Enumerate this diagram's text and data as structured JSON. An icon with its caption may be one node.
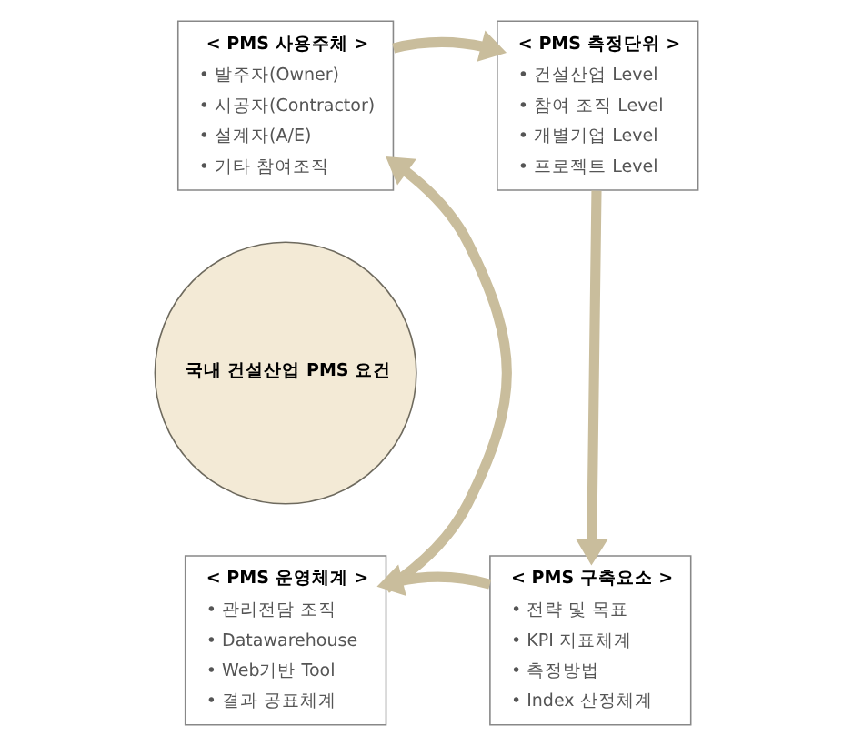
{
  "diagram": {
    "nodes": [
      {
        "text": [
          "< PMS 사용주체 >",
          "• 발주자(Owner)",
          "• 시공자(Contractor)",
          "• 설계자(A/E)",
          "• 기타 참여조직"
        ]
      },
      {
        "text": [
          "< PMS 측정단위 >",
          "• 건설산업 Level",
          "• 참여 조직 Level",
          "• 개별기업 Level",
          "• 프로젝트 Level"
        ]
      },
      {
        "text": [
          "국내 건설산업 PMS 요건"
        ]
      },
      {
        "text": [
          "< PMS 운영체계 >",
          "• 관리전담 조직",
          "• Datawarehouse",
          "• Web기반 Tool",
          "• 결과 공표체계"
        ]
      },
      {
        "text": [
          "< PMS 구축요소 >",
          "• 전략 및 목표",
          "• KPI 지표체계",
          "• 측정방법",
          "• Index 산정체계"
        ]
      }
    ],
    "edges": [
      {
        "from": 0,
        "to": 1,
        "arrow": "to"
      },
      {
        "from": 1,
        "to": 4,
        "arrow": "to"
      },
      {
        "from": 4,
        "to": 3,
        "arrow": "to"
      },
      {
        "from": 3,
        "to": 0,
        "arrow": "to"
      }
    ]
  }
}
